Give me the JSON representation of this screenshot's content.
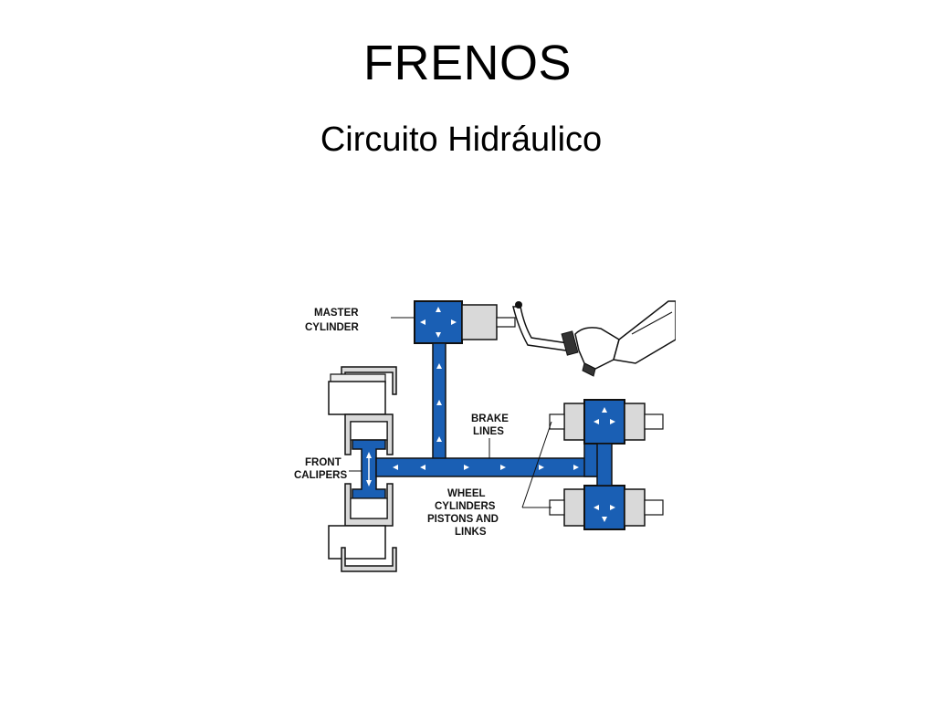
{
  "slide": {
    "title": "FRENOS",
    "subtitle": "Circuito Hidráulico"
  },
  "diagram": {
    "labels": {
      "master_cylinder_line1": "MASTER",
      "master_cylinder_line2": "CYLINDER",
      "brake_lines_line1": "BRAKE",
      "brake_lines_line2": "LINES",
      "front_calipers_line1": "FRONT",
      "front_calipers_line2": "CALIPERS",
      "wheel_cylinders_line1": "WHEEL",
      "wheel_cylinders_line2": "CYLINDERS",
      "wheel_cylinders_line3": "PISTONS AND",
      "wheel_cylinders_line4": "LINKS"
    },
    "colors": {
      "fluid": "#1a5fb4",
      "outline": "#111111",
      "metal": "#d9d9d9",
      "background": "#ffffff"
    }
  }
}
